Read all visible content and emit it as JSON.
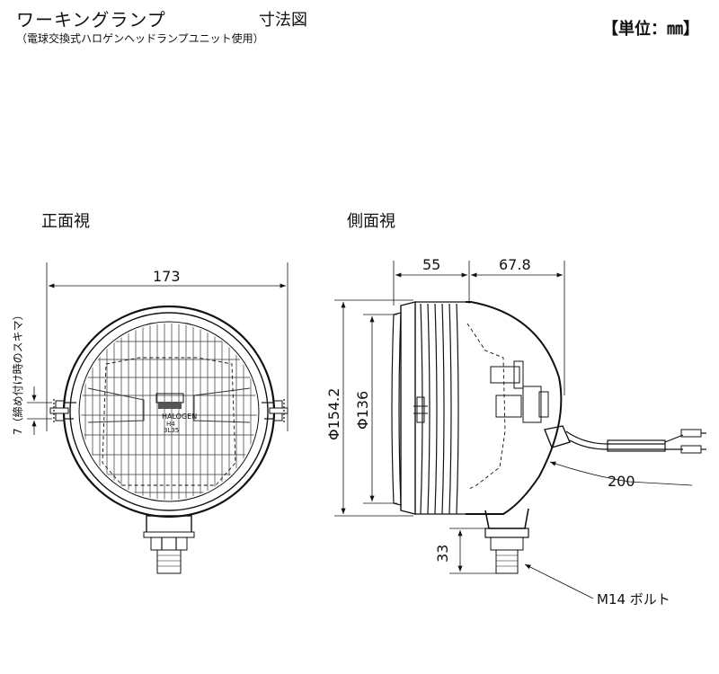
{
  "header": {
    "title": "ワーキングランプ",
    "subtitle": "（電球交換式ハロゲンヘッドランプユニット使用）",
    "document_type": "寸法図",
    "unit_label": "【単位：㎜】"
  },
  "views": {
    "front_label": "正面視",
    "side_label": "側面視"
  },
  "dimensions": {
    "width": "173",
    "skimmer_note": "7（締め付け時のスキマ）",
    "depth_front": "55",
    "depth_rear": "67.8",
    "diameter_outer": "Φ154.2",
    "diameter_inner": "Φ136",
    "cable": "200",
    "bolt_length": "33",
    "bolt_callout": "M14 ボルト"
  },
  "lens_marking": {
    "line1": "HALOGEN",
    "line2": "H4",
    "line3": "3L35"
  }
}
